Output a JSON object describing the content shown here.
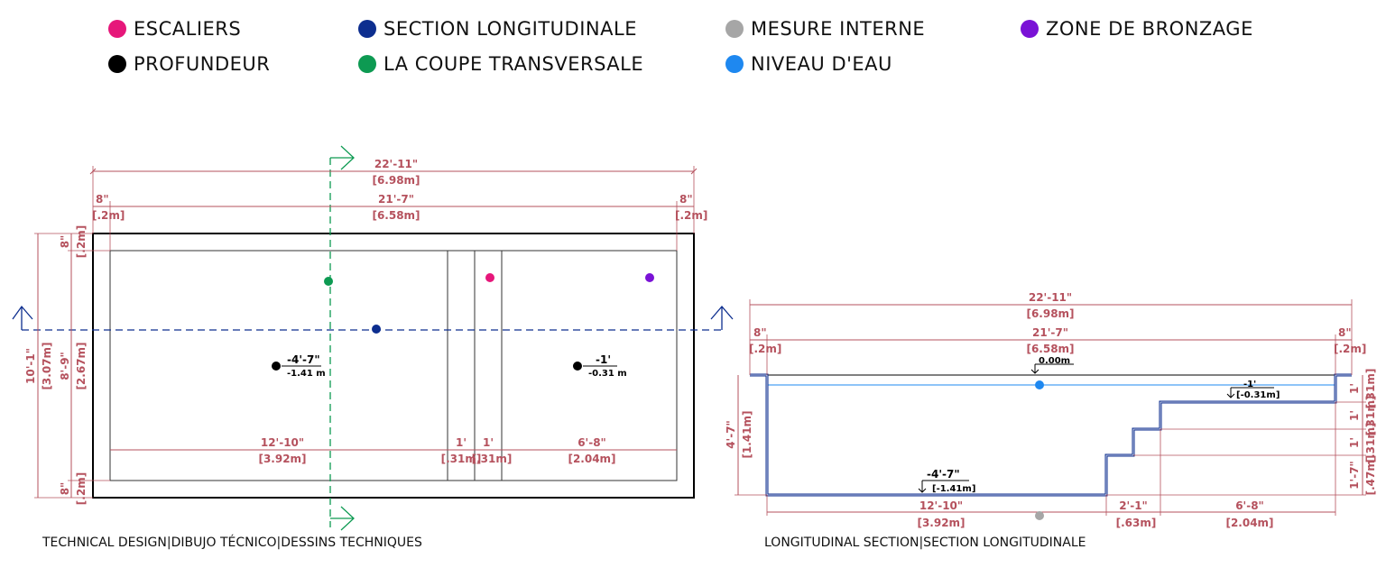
{
  "legend": [
    {
      "label": "ESCALIERS",
      "color": "#e6177a"
    },
    {
      "label": "SECTION LONGITUDINALE",
      "color": "#0d2e8f"
    },
    {
      "label": "MESURE INTERNE",
      "color": "#a6a6a6"
    },
    {
      "label": "ZONE DE BRONZAGE",
      "color": "#7a12d6"
    },
    {
      "label": "PROFUNDEUR",
      "color": "#000000"
    },
    {
      "label": "LA COUPE TRANSVERSALE",
      "color": "#0d9a52"
    },
    {
      "label": "NIVEAU D'EAU",
      "color": "#1e88f0"
    }
  ],
  "plan": {
    "overall_length_ft": "22'-11\"",
    "overall_length_m": "[6.98m]",
    "inner_length_ft": "21'-7\"",
    "inner_length_m": "[6.58m]",
    "edge_ft": "8\"",
    "edge_m": "[.2m]",
    "overall_width_ft": "10'-1\"",
    "overall_width_m": "[3.07m]",
    "inner_width_ft": "8'-9\"",
    "inner_width_m": "[2.67m]",
    "deep_level_ft": "-4'-7\"",
    "deep_level_m": "-1.41 m",
    "shallow_level_ft": "-1'",
    "shallow_level_m": "-0.31 m",
    "seg1_ft": "12'-10\"",
    "seg1_m": "[3.92m]",
    "seg2_ft": "1'",
    "seg2_m": "[.31m]",
    "seg3_ft": "1'",
    "seg3_m": "[.31m]",
    "seg4_ft": "6'-8\"",
    "seg4_m": "[2.04m]"
  },
  "section": {
    "overall_length_ft": "22'-11\"",
    "overall_length_m": "[6.98m]",
    "inner_length_ft": "21'-7\"",
    "inner_length_m": "[6.58m]",
    "edge_ft": "8\"",
    "edge_m": "[.2m]",
    "water_level": "0.00m",
    "shallow_level_ft": "-1'",
    "shallow_level_m": "[-0.31m]",
    "deep_level_ft": "-4'-7\"",
    "deep_level_m": "[-1.41m]",
    "depth_ft": "4'-7\"",
    "depth_m": "[1.41m]",
    "step_ft": "1'",
    "step_m": "[.31m]",
    "shallow_depth_ft": "1'-7\"",
    "shallow_depth_m": "[.47m]",
    "seg1_ft": "12'-10\"",
    "seg1_m": "[3.92m]",
    "seg2_ft": "2'-1\"",
    "seg2_m": "[.63m]",
    "seg3_ft": "6'-8\"",
    "seg3_m": "[2.04m]"
  },
  "captions": {
    "left": "TECHNICAL DESIGN|DIBUJO TÉCNICO|DESSINS TECHNIQUES",
    "right": "LONGITUDINAL SECTION|SECTION LONGITUDINALE"
  }
}
